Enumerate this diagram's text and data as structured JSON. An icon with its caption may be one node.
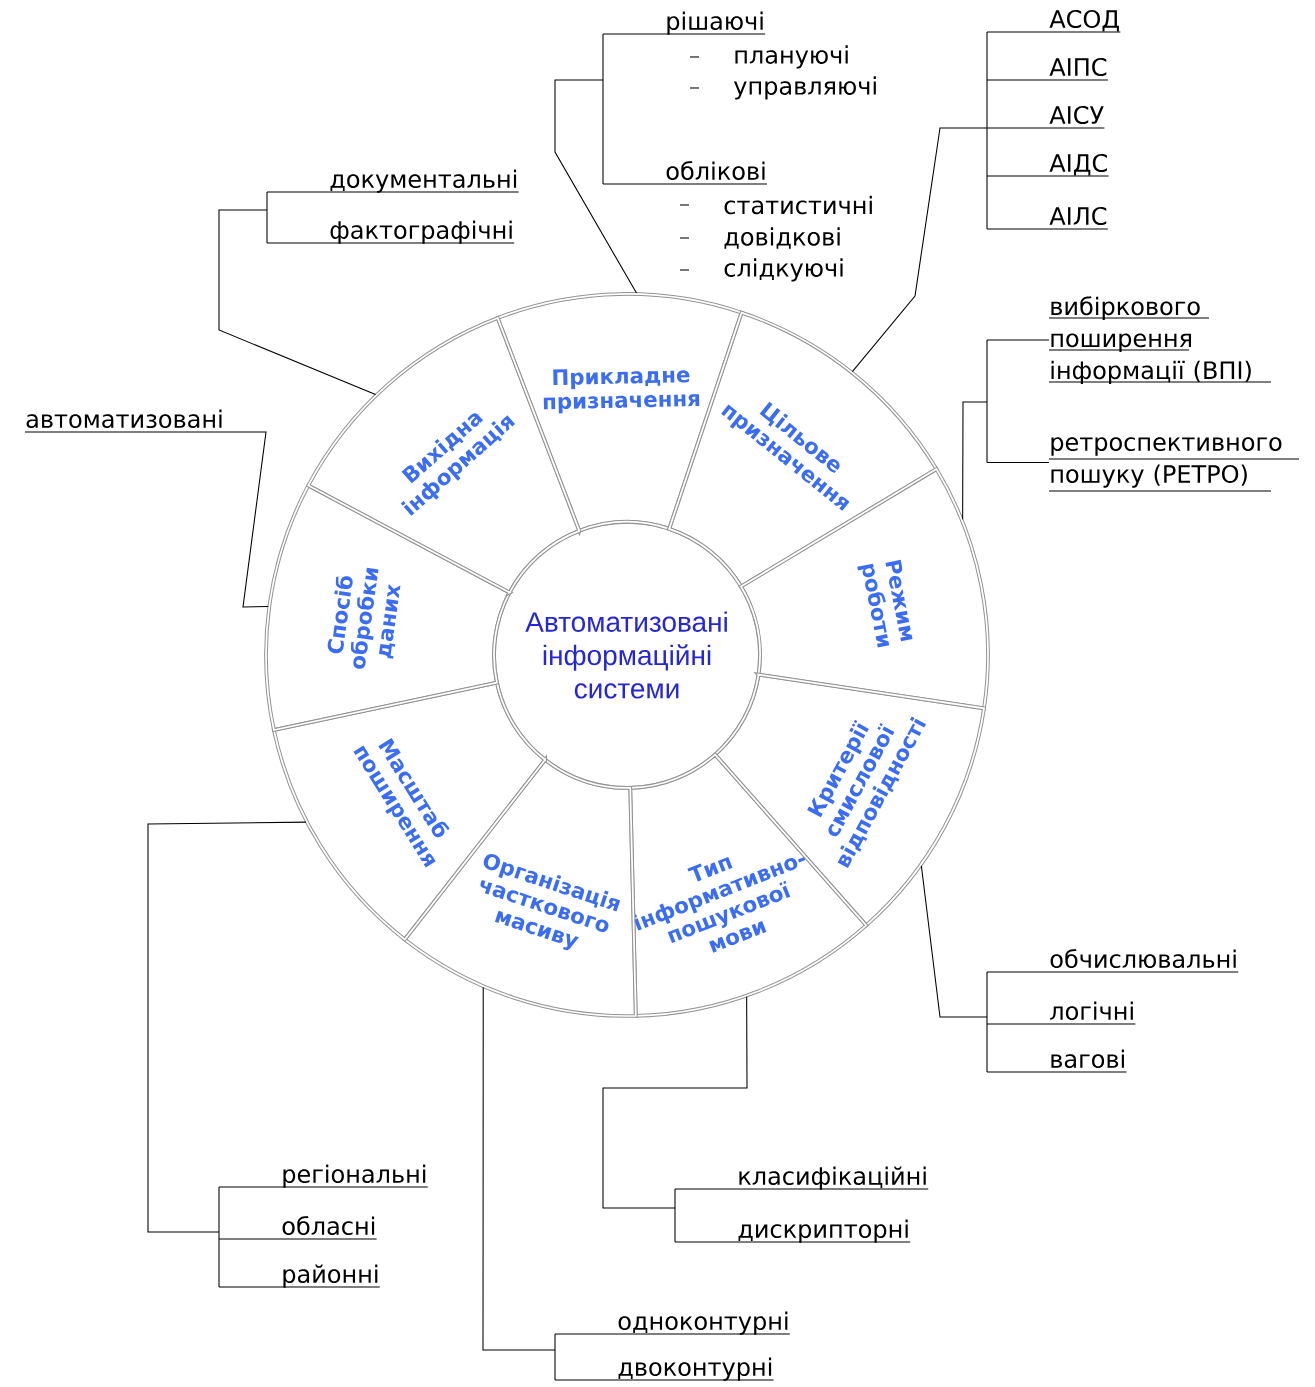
{
  "diagram": {
    "nodes": [
      {
        "text": [
          "Автоматизовані інформаційні системи"
        ]
      },
      {
        "text": [
          "Прикладне призначення"
        ]
      },
      {
        "text": [
          "Цільове призначення"
        ]
      },
      {
        "text": [
          "Режим роботи"
        ]
      },
      {
        "text": [
          "Критерії смислової відповідності"
        ]
      },
      {
        "text": [
          "Тип інформативно-пошукової мови"
        ]
      },
      {
        "text": [
          "Організація часткового масиву"
        ]
      },
      {
        "text": [
          "Масштаб поширення"
        ]
      },
      {
        "text": [
          "Спосіб обробки даних"
        ]
      },
      {
        "text": [
          "Вихідна інформація"
        ]
      },
      {
        "text": [
          "рішаючі"
        ],
        "beside": [
          "плануючі",
          "управляючі"
        ]
      },
      {
        "text": [
          "облікові"
        ],
        "beside": [
          "статистичні",
          "довідкові",
          "слідкуючі"
        ]
      },
      {
        "text": [
          "АСОД"
        ]
      },
      {
        "text": [
          "АІПС"
        ]
      },
      {
        "text": [
          "АІСУ"
        ]
      },
      {
        "text": [
          "АІДС"
        ]
      },
      {
        "text": [
          "АІЛС"
        ]
      },
      {
        "text": [
          "вибіркового поширення інформації (ВПІ)"
        ]
      },
      {
        "text": [
          "ретроспективного пошуку (РЕТРО)"
        ]
      },
      {
        "text": [
          "обчислювальні"
        ]
      },
      {
        "text": [
          "логічні"
        ]
      },
      {
        "text": [
          "вагові"
        ]
      },
      {
        "text": [
          "класифікаційні"
        ]
      },
      {
        "text": [
          "дискрипторні"
        ]
      },
      {
        "text": [
          "одноконтурні"
        ]
      },
      {
        "text": [
          "двоконтурні"
        ]
      },
      {
        "text": [
          "регіональні"
        ]
      },
      {
        "text": [
          "обласні"
        ]
      },
      {
        "text": [
          "районні"
        ]
      },
      {
        "text": [
          "автоматизовані"
        ]
      },
      {
        "text": [
          "документальні"
        ]
      },
      {
        "text": [
          "фактографічні"
        ]
      }
    ],
    "edges": [
      {
        "from": 1,
        "to": 10,
        "arrow": "none"
      },
      {
        "from": 1,
        "to": 11,
        "arrow": "none"
      },
      {
        "from": 2,
        "to": 12,
        "arrow": "none"
      },
      {
        "from": 2,
        "to": 13,
        "arrow": "none"
      },
      {
        "from": 2,
        "to": 14,
        "arrow": "none"
      },
      {
        "from": 2,
        "to": 15,
        "arrow": "none"
      },
      {
        "from": 2,
        "to": 16,
        "arrow": "none"
      },
      {
        "from": 3,
        "to": 17,
        "arrow": "none"
      },
      {
        "from": 3,
        "to": 18,
        "arrow": "none"
      },
      {
        "from": 4,
        "to": 19,
        "arrow": "none"
      },
      {
        "from": 4,
        "to": 20,
        "arrow": "none"
      },
      {
        "from": 4,
        "to": 21,
        "arrow": "none"
      },
      {
        "from": 5,
        "to": 22,
        "arrow": "none"
      },
      {
        "from": 5,
        "to": 23,
        "arrow": "none"
      },
      {
        "from": 6,
        "to": 24,
        "arrow": "none"
      },
      {
        "from": 6,
        "to": 25,
        "arrow": "none"
      },
      {
        "from": 7,
        "to": 26,
        "arrow": "none"
      },
      {
        "from": 7,
        "to": 27,
        "arrow": "none"
      },
      {
        "from": 7,
        "to": 28,
        "arrow": "none"
      },
      {
        "from": 8,
        "to": 29,
        "arrow": "none"
      },
      {
        "from": 9,
        "to": 30,
        "arrow": "none"
      },
      {
        "from": 9,
        "to": 31,
        "arrow": "none"
      }
    ]
  }
}
